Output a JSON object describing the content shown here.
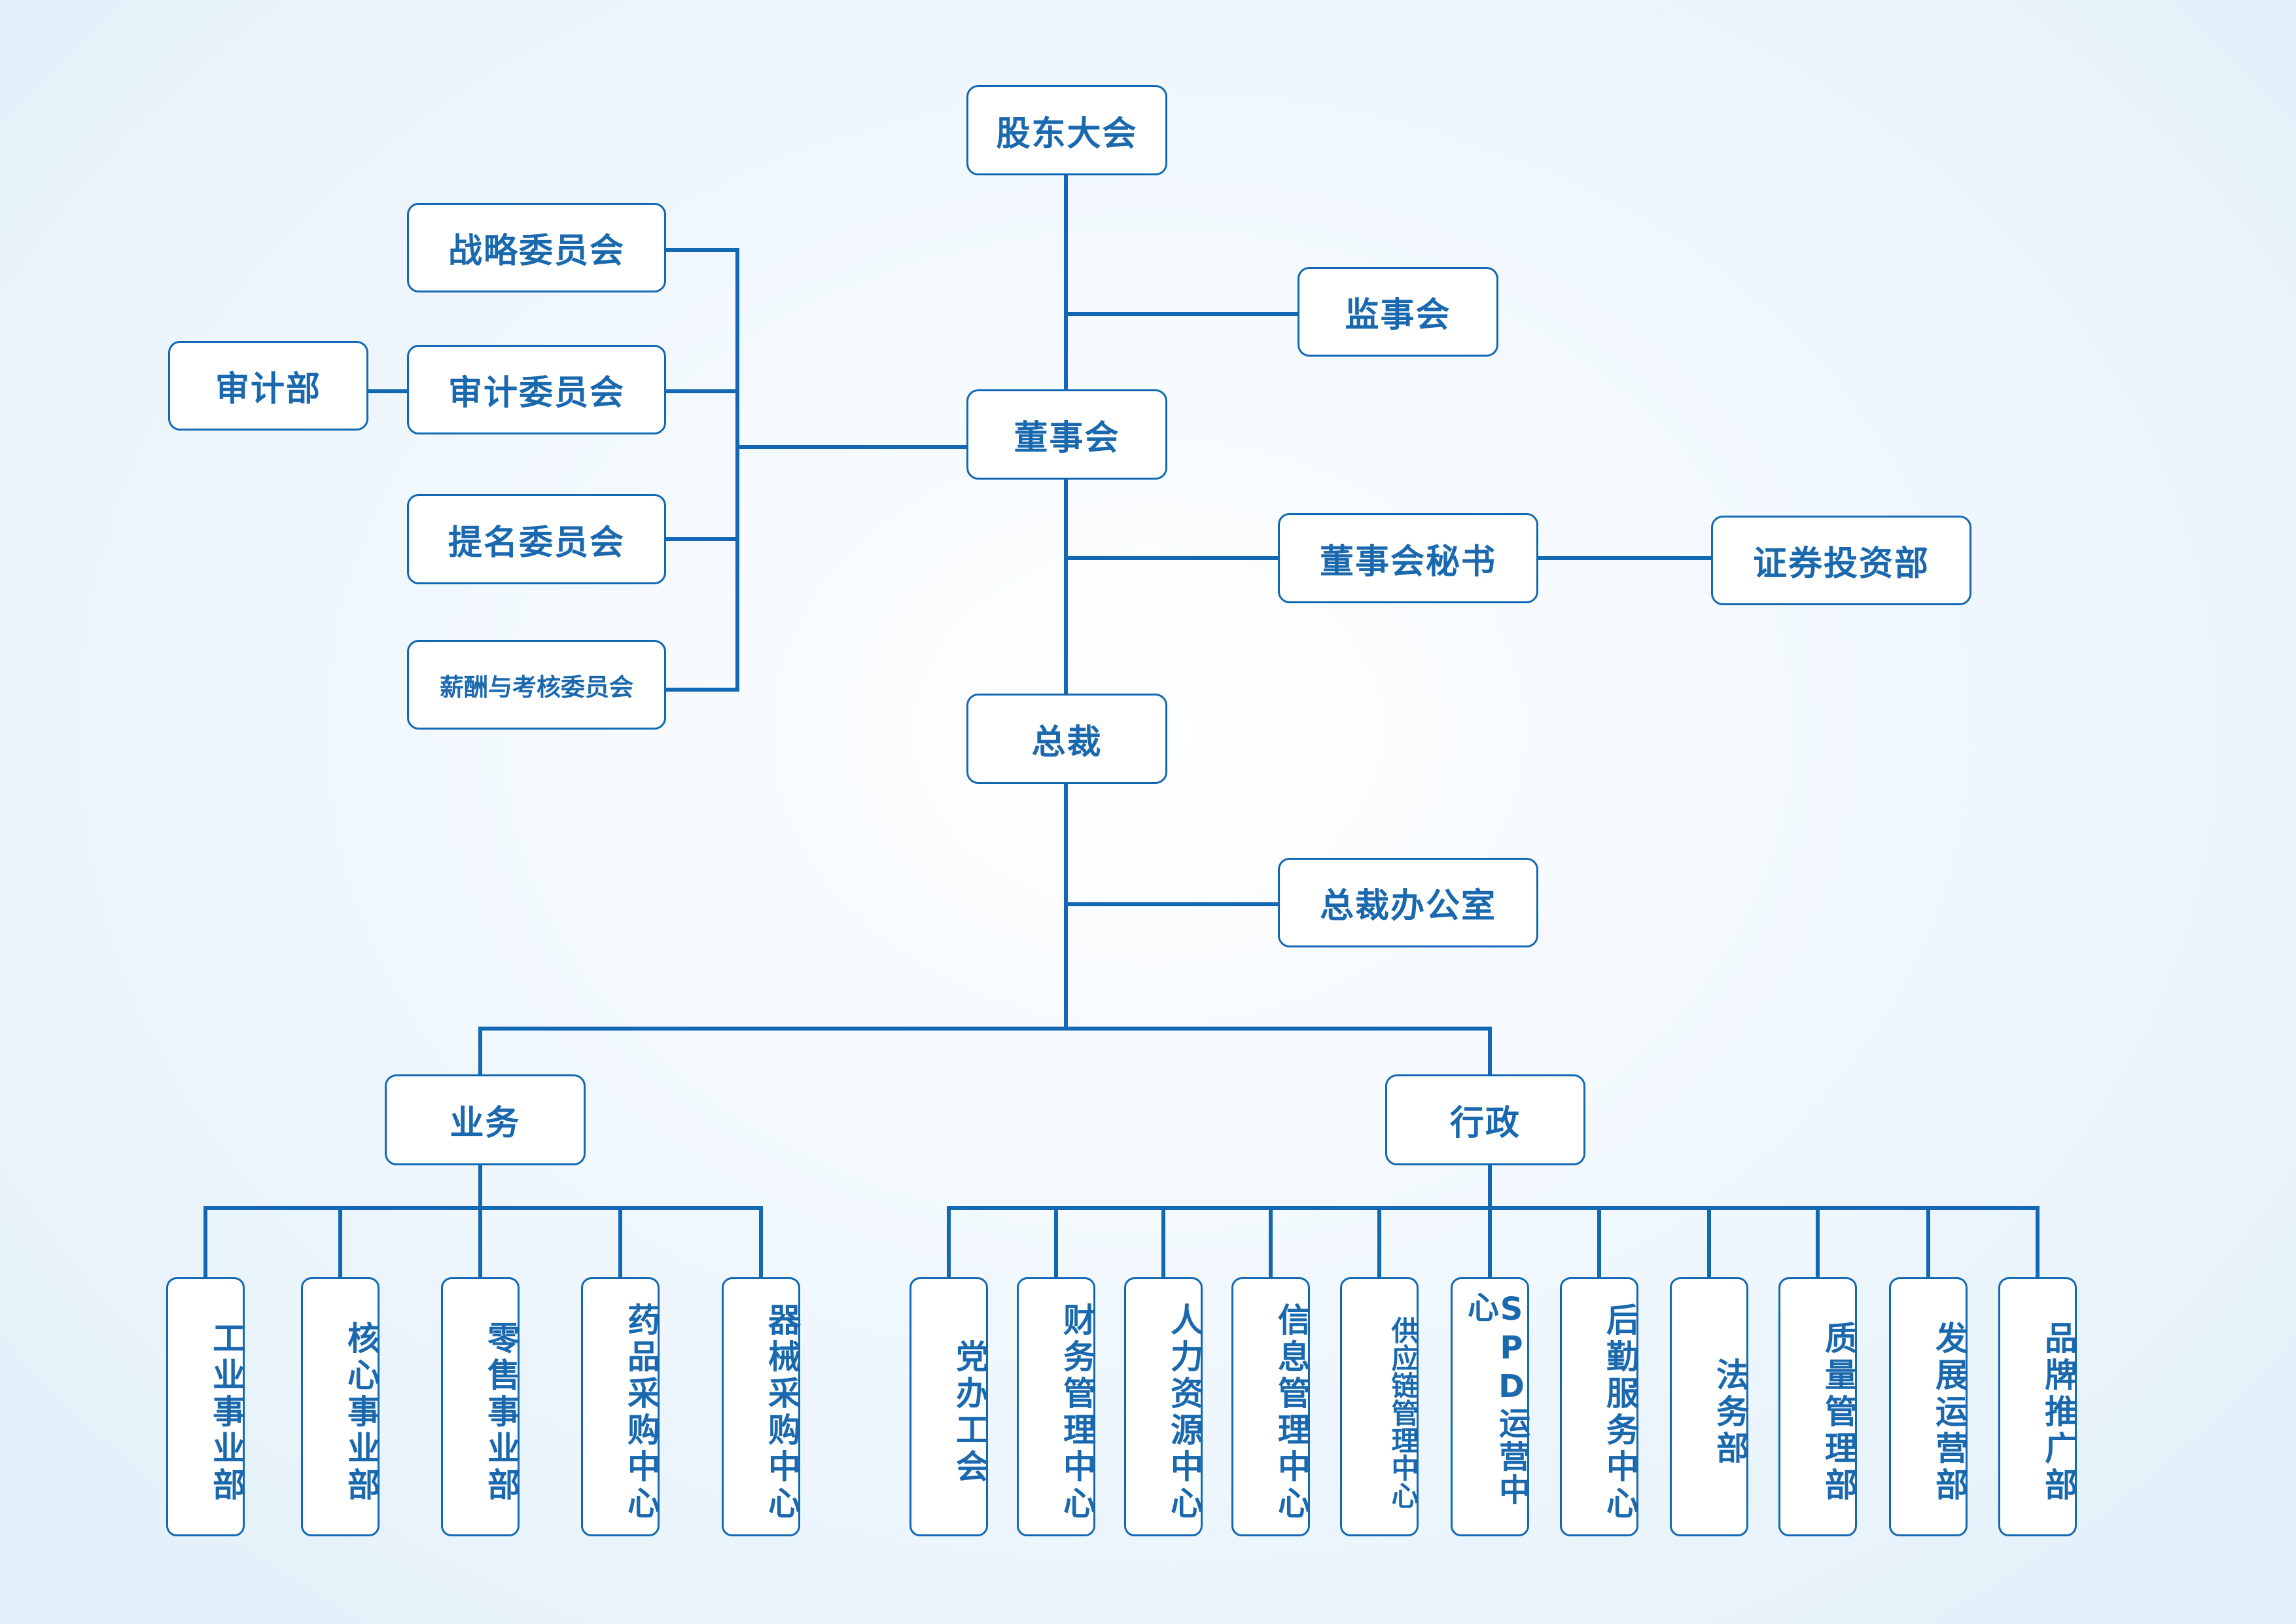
{
  "org": {
    "shareholders": "股东大会",
    "supervisors": "监事会",
    "board": "董事会",
    "board_secretary": "董事会秘书",
    "securities_dept": "证券投资部",
    "president": "总裁",
    "president_office": "总裁办公室",
    "committees": {
      "strategy": "战略委员会",
      "audit": "审计委员会",
      "nomination": "提名委员会",
      "compensation": "薪酬与考核委员会"
    },
    "audit_dept": "审计部",
    "business": {
      "label": "业务",
      "units": [
        "工业事业部",
        "核心事业部",
        "零售事业部",
        "药品采购中心",
        "器械采购中心"
      ]
    },
    "admin": {
      "label": "行政",
      "units": [
        "党办工会",
        "财务管理中心",
        "人力资源中心",
        "信息管理中心",
        "供应链管理中心",
        "SPD运营中心",
        "后勤服务中心",
        "法务部",
        "质量管理部",
        "发展运营部",
        "品牌推广部"
      ]
    }
  },
  "colors": {
    "line": "#1268b3",
    "text": "#1a68ad",
    "box_fill": "#ffffff"
  }
}
